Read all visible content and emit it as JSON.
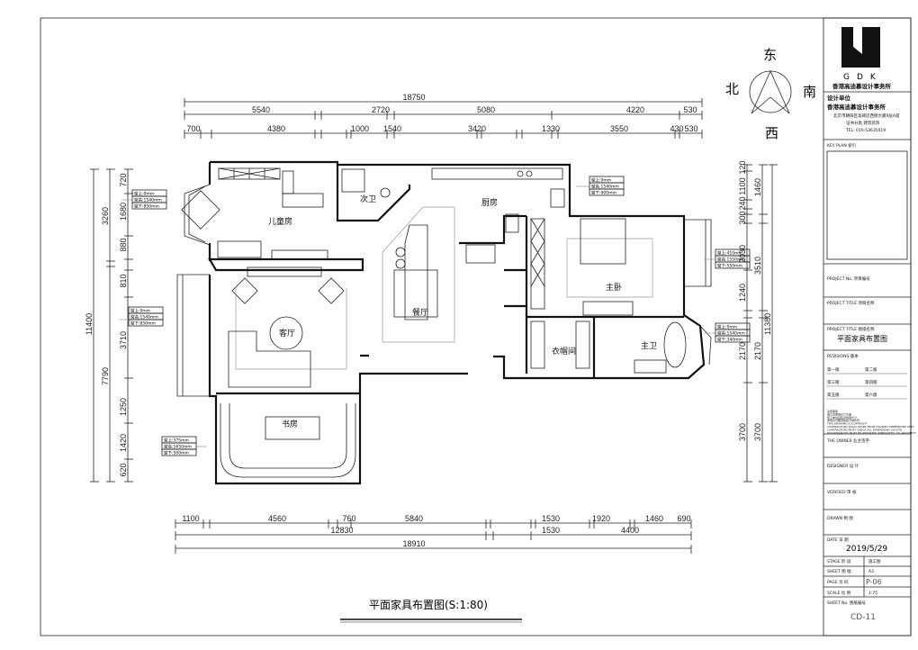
{
  "compass": {
    "east": "东",
    "north": "北",
    "south": "南",
    "west": "西"
  },
  "rooms": {
    "kids": "儿童房",
    "guest_bath": "次卫",
    "kitchen": "厨房",
    "master": "主卧",
    "living": "客厅",
    "dining": "餐厅",
    "closet": "衣帽间",
    "master_bath": "主卫",
    "study": "书房"
  },
  "drawing_title": "平面家具布置图(S:1:80)",
  "dims": {
    "top_total": "18750",
    "top_row2": [
      "5540",
      "2720",
      "5080",
      "4220",
      "530"
    ],
    "top_row3": [
      "700",
      "4380",
      "1000",
      "1540",
      "3420",
      "1330",
      "3550",
      "430",
      "530"
    ],
    "bottom_row1": [
      "1100",
      "4560",
      "760",
      "5840",
      "1530",
      "1920",
      "1460",
      "690"
    ],
    "bottom_row2": [
      "12830",
      "1530",
      "4400"
    ],
    "bottom_total": "18910",
    "left_inner": [
      "720",
      "1680",
      "880",
      "810",
      "3710",
      "1250",
      "1420",
      "620"
    ],
    "left_mid": [
      "3260",
      "7790"
    ],
    "left_total": "11400",
    "right_inner": [
      "120",
      "1100",
      "240",
      "300",
      "2030",
      "1240",
      "2170",
      "3700"
    ],
    "right_mid": [
      "1460",
      "3510",
      "2170",
      "3700"
    ],
    "right_total": "11380"
  },
  "window_tags": [
    [
      "窗上:0mm",
      "窗高:1540mm",
      "窗下:850mm"
    ],
    [
      "窗上:0mm",
      "窗高:1540mm",
      "窗下:850mm"
    ],
    [
      "窗上:0mm",
      "窗高:1540mm",
      "窗下:900mm"
    ],
    [
      "窗上:410mm",
      "窗高:1550mm",
      "窗下:550mm"
    ],
    [
      "窗上:0mm",
      "窗高:1540mm",
      "窗下:340mm"
    ],
    [
      "窗上:375mm",
      "窗高:1650mm",
      "窗下:500mm"
    ]
  ],
  "title_block": {
    "logo_letters": "GDK",
    "firm_name": "香港高迪慕设计事务所",
    "design_unit_label": "设计单位",
    "firm_name2": "香港高迪慕设计事务所",
    "address": "北京市朝阳区高碑店西侧大厦9层A座",
    "cert": "证书分类  建筑装饰",
    "tel": "TEL: 010-53635019",
    "key_plan": "KEY PLAN  索引",
    "project_no": "PROJECT No.  项目编号",
    "project_title": "PROJECT TITLE  项目名称",
    "drawing_title_label": "PROJECT TITLE  图纸名称",
    "drawing_title": "平面家具布置图",
    "revisions": "REVISIONS  版本",
    "rev_rows": [
      [
        "第一版",
        "第二版"
      ],
      [
        "第三版",
        "第四版"
      ],
      [
        "第五版",
        "第六版"
      ]
    ],
    "notes": [
      "注意事项",
      "施工时现场尺寸为准",
      "施工单位应核对现场尺寸",
      "未经许可图纸版权不得外传",
      "THIS DRAWING IS COPYRIGHT",
      "CONTRACTORS SHALL WORK FROM FIGURED DIMENSIONS ONLY",
      "CONTRACTORS MUST CHECK ALL DIMENSIONS ON SITE",
      "DISCREPANCIES MUST BE REPORTED IMMEDIATELY TO ARCHITECT"
    ],
    "owner": "THE OWNER  业主签字",
    "designer": "DESIGNER  设 计",
    "verified": "VERIFIED  审 核",
    "drawn": "DRAWN  制 图",
    "date_label": "DATE  日 期",
    "date": "2019/5/29",
    "stage_label": "STAGE  阶 段",
    "stage": "施工图",
    "sheet_label": "SHEET  图 幅",
    "sheet": "A3",
    "page_label": "PAGE  页 码",
    "page": "P-06",
    "scale_label": "SCALE  比 例",
    "scale": "1:75",
    "sheet_no_label": "SHEET No.  图纸编号",
    "sheet_no": "CD-11"
  }
}
